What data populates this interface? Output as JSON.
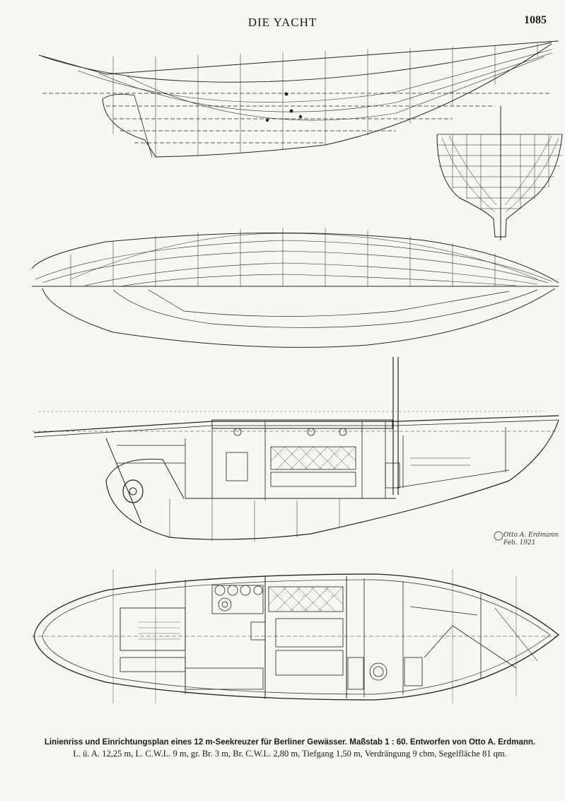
{
  "header": {
    "title": "DIE YACHT",
    "page_number": "1085"
  },
  "drawings": {
    "profile_lines": "sheer-plan",
    "body_plan": "body-plan",
    "half_breadth": "half-breadth-plan",
    "interior_profile": "interior-profile",
    "deck_plan": "deck-plan"
  },
  "signature": {
    "line1": "Otto A. Erdmann",
    "line2": "Feb. 1921"
  },
  "caption": {
    "line1": "Linienriss und Einrichtungsplan eines 12 m-Seekreuzer für Berliner Gewässer.  Maßstab 1 : 60.  Entworfen von Otto A. Erdmann.",
    "line2": "L. ü. A. 12,25 m, L. C.W.L. 9 m, gr. Br. 3 m, Br. C.W.L. 2,80 m, Tiefgang 1,50 m, Verdrängung 9 cbm, Segelfläche 81 qm."
  },
  "colors": {
    "paper": "#f7f6f2",
    "ink": "#1a1a1a"
  }
}
